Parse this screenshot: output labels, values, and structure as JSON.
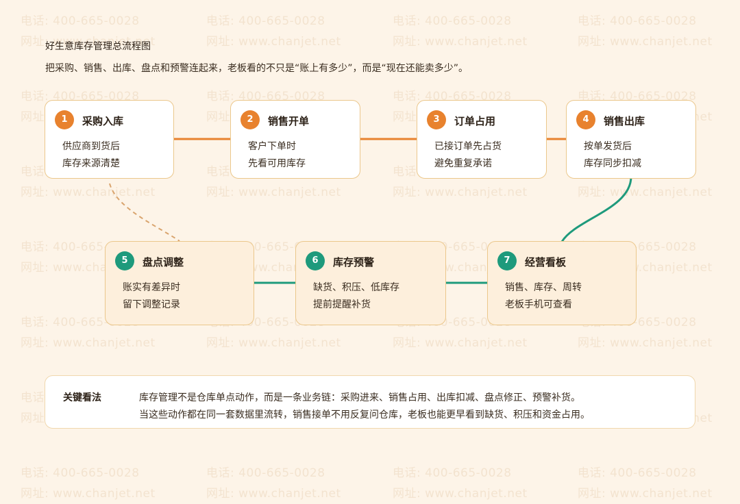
{
  "watermark": {
    "phone": "电话: 400-665-0028",
    "website": "网址: www.chanjet.net"
  },
  "header": {
    "title": "好生意库存管理总流程图",
    "subtitle": "把采购、销售、出库、盘点和预警连起来，老板看的不只是“账上有多少”，而是“现在还能卖多少”。"
  },
  "steps": [
    {
      "num": "1",
      "title": "采购入库",
      "lines": [
        "供应商到货后",
        "库存来源清楚"
      ]
    },
    {
      "num": "2",
      "title": "销售开单",
      "lines": [
        "客户下单时",
        "先看可用库存"
      ]
    },
    {
      "num": "3",
      "title": "订单占用",
      "lines": [
        "已接订单先占货",
        "避免重复承诺"
      ]
    },
    {
      "num": "4",
      "title": "销售出库",
      "lines": [
        "按单发货后",
        "库存同步扣减"
      ]
    },
    {
      "num": "5",
      "title": "盘点调整",
      "lines": [
        "账实有差异时",
        "留下调整记录"
      ]
    },
    {
      "num": "6",
      "title": "库存预警",
      "lines": [
        "缺货、积压、低库存",
        "提前提醒补货"
      ]
    },
    {
      "num": "7",
      "title": "经营看板",
      "lines": [
        "销售、库存、周转",
        "老板手机可查看"
      ]
    }
  ],
  "key": {
    "label": "关键看法",
    "line1": "库存管理不是仓库单点动作，而是一条业务链：采购进来、销售占用、出库扣减、盘点修正、预警补货。",
    "line2": "当这些动作都在同一套数据里流转，销售接单不用反复问仓库，老板也能更早看到缺货、积压和资金占用。"
  },
  "colors": {
    "background": "#fdf4e8",
    "orange": "#e8822e",
    "green": "#1e9a7c",
    "border": "#ebc78b",
    "dashed": "#d9a46e"
  }
}
